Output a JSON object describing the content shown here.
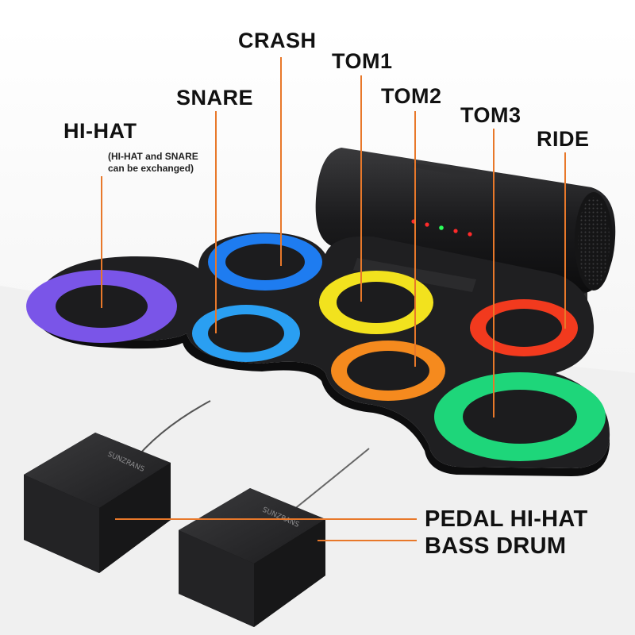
{
  "labels": {
    "crash": "CRASH",
    "tom1": "TOM1",
    "snare": "SNARE",
    "tom2": "TOM2",
    "tom3": "TOM3",
    "hihat": "HI-HAT",
    "ride": "RIDE",
    "hihat_note_line1": "(HI-HAT and SNARE",
    "hihat_note_line2": "can be exchanged)",
    "pedal_hihat": "PEDAL HI-HAT",
    "bass_drum": "BASS DRUM"
  },
  "pedal_brand": "SUNZRANS",
  "colors": {
    "leader_line": "#e8782a",
    "pad_body": "#1c1c1e",
    "hihat_pad": "#7a55e8",
    "crash_pad": "#1e7cf0",
    "snare_pad": "#2a9ff2",
    "tom1_pad": "#f2e21e",
    "tom2_pad": "#f58a1e",
    "tom3_pad": "#1ed67a",
    "ride_pad": "#f23a1e",
    "led_red": "#ff2a2a",
    "led_green": "#2bff5a"
  }
}
